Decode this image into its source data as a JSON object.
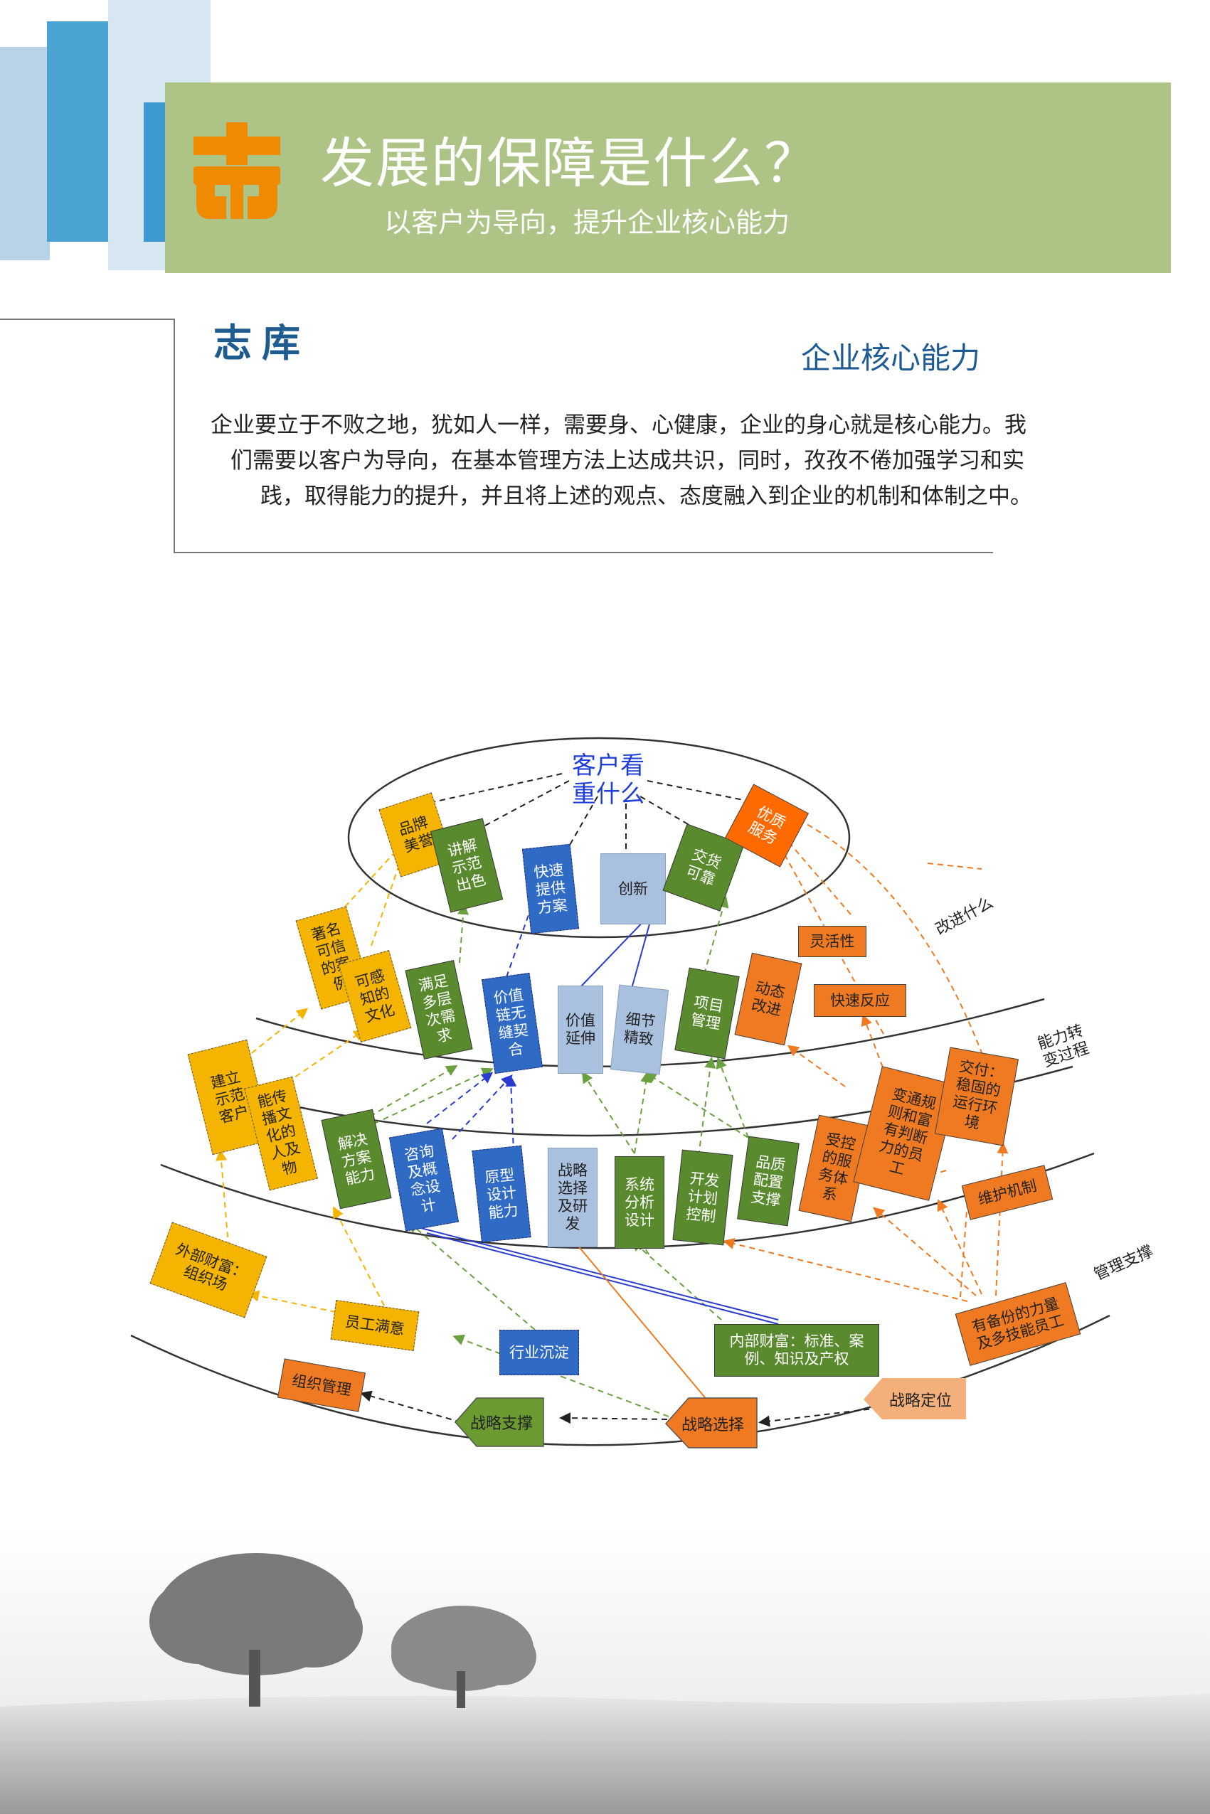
{
  "header": {
    "title": "发展的保障是什么？",
    "subtitle": "以客户为导向，提升企业核心能力"
  },
  "brand": "志库",
  "section_title": "企业核心能力",
  "paragraph": [
    "企业要立于不败之地，犹如人一样，需要身、心健康，企业的身心就是核心能力。我",
    "们需要以客户为导向，在基本管理方法上达成共识，同时，孜孜不倦加强学习和实",
    "践，取得能力的提升，并且将上述的观点、态度融入到企业的机制和体制之中。"
  ],
  "diagram": {
    "center_title": "客户看\n重什么",
    "ring_labels": [
      "改进什么",
      "能力转\n变过程",
      "管理支撑"
    ],
    "tier1": [
      "品牌\n美誉",
      "讲解\n示范\n出色",
      "快速\n提供\n方案",
      "创新",
      "交货\n可靠",
      "优质\n服务"
    ],
    "tier2": [
      "著名\n可信\n的案\n例",
      "可感\n知的\n文化",
      "满足\n多层\n次需\n求",
      "价值\n链无\n缝契\n合",
      "价值\n延伸",
      "细节\n精致",
      "项目\n管理",
      "动态\n改进",
      "灵活性",
      "快速反应"
    ],
    "tier3": [
      "建立\n示范\n客户",
      "能传\n播文\n化的\n人及\n物",
      "解决\n方案\n能力",
      "咨询\n及概\n念设\n计",
      "原型\n设计\n能力",
      "战略\n选择\n及研\n发",
      "系统\n分析\n设计",
      "开发\n计划\n控制",
      "品质\n配置\n支撑",
      "受控\n的服\n务体\n系",
      "变通规\n则和富\n有判断\n力的员\n工",
      "交付：\n稳固的\n运行环\n境",
      "维护机制"
    ],
    "tier4": [
      "外部财富：\n组织场",
      "员工满意",
      "行业沉淀",
      "内部财富：标准、案\n例、知识及产权",
      "有备份的力量\n及多技能员工"
    ],
    "base": [
      "组织管理",
      "战略支撑",
      "战略选择",
      "战略定位"
    ]
  },
  "colors": {
    "header_band": "#adc486",
    "brand_blue": "#1e5b8f",
    "yellow": "#f5b400",
    "green": "#5a8a2e",
    "blue": "#2f6bc4",
    "light_blue": "#a9c0de",
    "orange": "#ef7a22",
    "red_orange": "#ff6a00"
  }
}
